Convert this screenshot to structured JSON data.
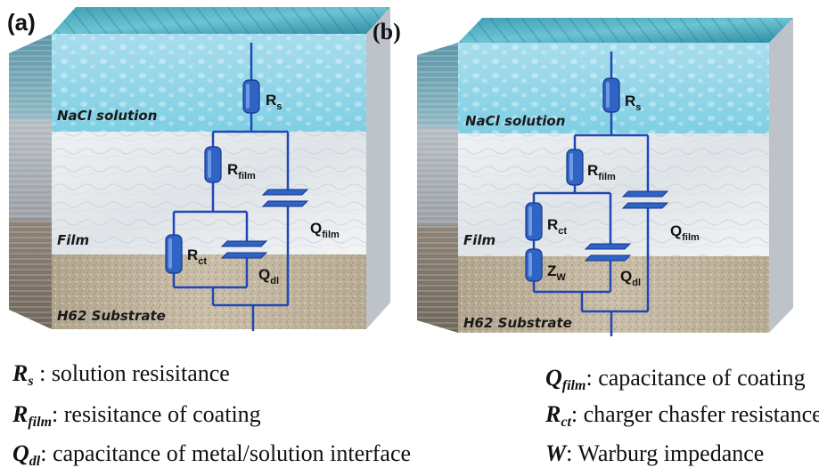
{
  "panels": [
    {
      "tag": "(a)",
      "layers": {
        "solution": "NaCl solution",
        "film": "Film",
        "substrate": "H62 Substrate"
      },
      "components": {
        "rs": {
          "main": "R",
          "sub": "s"
        },
        "rfilm": {
          "main": "R",
          "sub": "film"
        },
        "qfilm": {
          "main": "Q",
          "sub": "film"
        },
        "rct": {
          "main": "R",
          "sub": "ct"
        },
        "qdl": {
          "main": "Q",
          "sub": "dl"
        }
      }
    },
    {
      "tag": "(b)",
      "layers": {
        "solution": "NaCl solution",
        "film": "Film",
        "substrate": "H62 Substrate"
      },
      "components": {
        "rs": {
          "main": "R",
          "sub": "s"
        },
        "rfilm": {
          "main": "R",
          "sub": "film"
        },
        "qfilm": {
          "main": "Q",
          "sub": "film"
        },
        "rct": {
          "main": "R",
          "sub": "ct"
        },
        "zw": {
          "main": "Z",
          "sub": "W"
        },
        "qdl": {
          "main": "Q",
          "sub": "dl"
        }
      }
    }
  ],
  "legend": {
    "rs": {
      "sym": "R",
      "sub": "s",
      "sep": " :",
      "desc": " solution resisitance"
    },
    "qfilm": {
      "sym": "Q",
      "sub": "film",
      "sep": ":",
      "desc": " capacitance of coating"
    },
    "rfilm": {
      "sym": "R",
      "sub": "film",
      "sep": ":",
      "desc": " resisitance of coating"
    },
    "rct": {
      "sym": "R",
      "sub": "ct",
      "sep": ":",
      "desc": " charger chasfer resistance"
    },
    "qdl": {
      "sym": "Q",
      "sub": "dl",
      "sep": ":",
      "desc": " capacitance of metal/solution interface"
    },
    "w": {
      "sym": "W",
      "sub": "",
      "sep": ":",
      "desc": " Warburg impedance"
    }
  },
  "colors": {
    "wire": "#1f47b8",
    "component": "#2f63c4",
    "solution": "#8fd3e6",
    "film": "#e6eaee",
    "substrate": "#c2b59d"
  }
}
